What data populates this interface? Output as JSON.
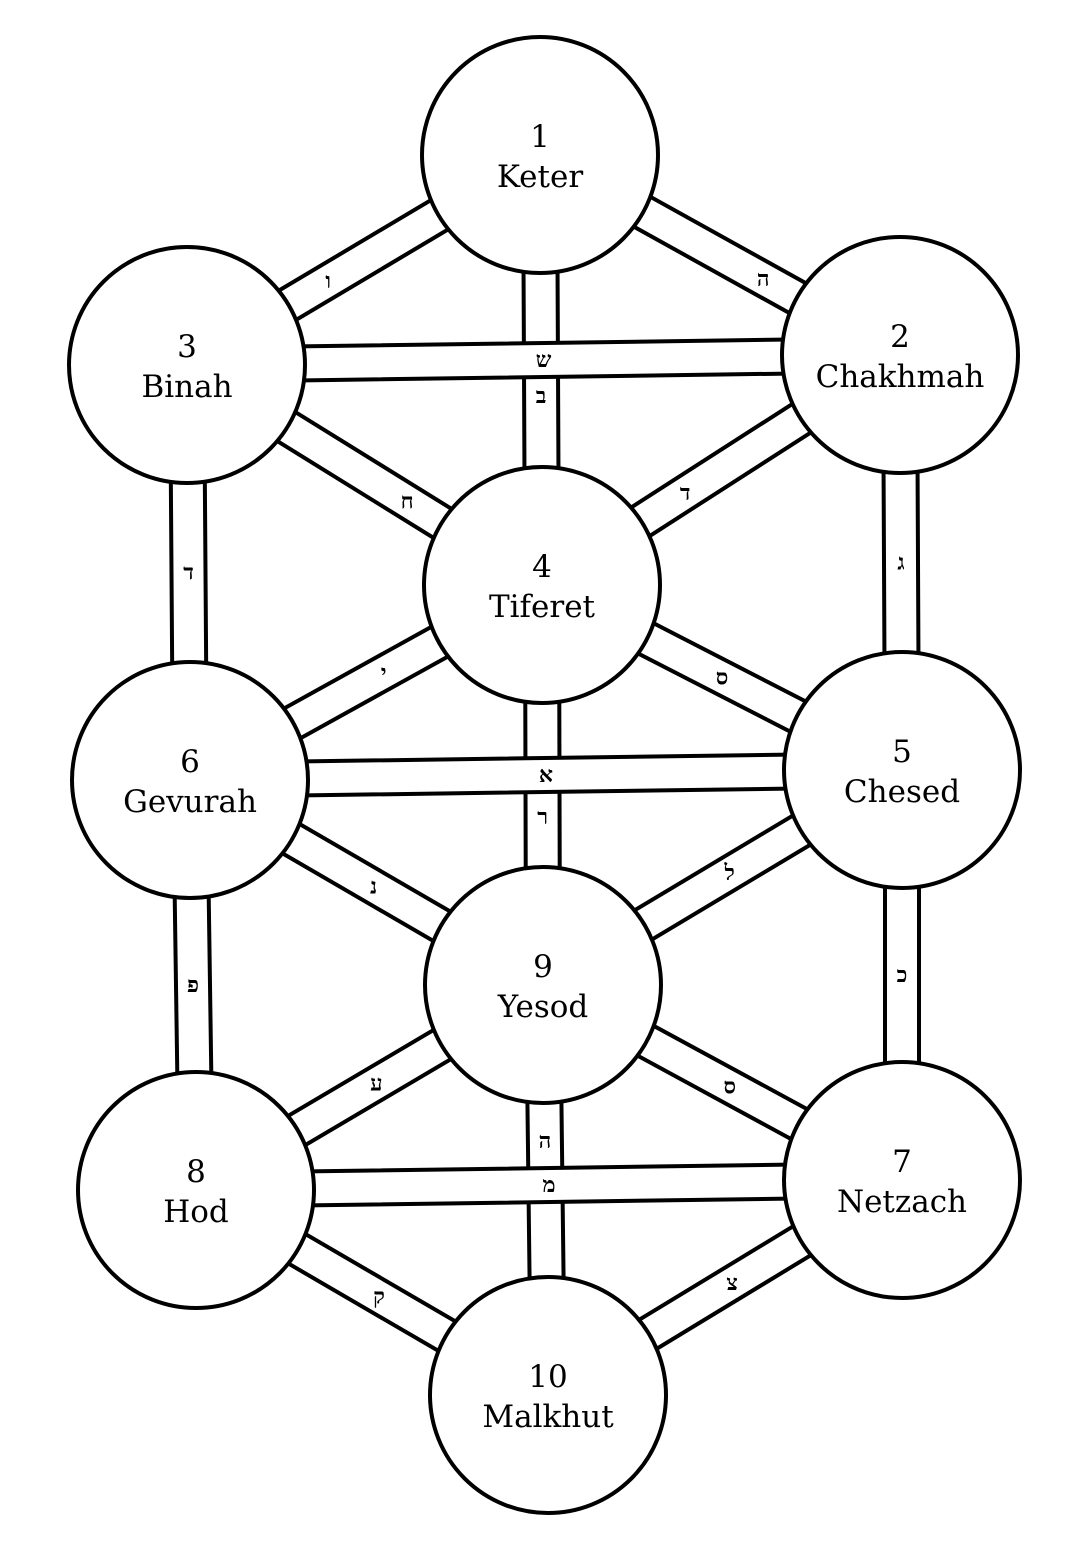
{
  "sefirot": [
    {
      "id": "keter",
      "number": "1",
      "name": "Keter"
    },
    {
      "id": "chakhmah",
      "number": "2",
      "name": "Chakhmah"
    },
    {
      "id": "binah",
      "number": "3",
      "name": "Binah"
    },
    {
      "id": "tiferet",
      "number": "4",
      "name": "Tiferet"
    },
    {
      "id": "chesed",
      "number": "5",
      "name": "Chesed"
    },
    {
      "id": "gevurah",
      "number": "6",
      "name": "Gevurah"
    },
    {
      "id": "netzach",
      "number": "7",
      "name": "Netzach"
    },
    {
      "id": "hod",
      "number": "8",
      "name": "Hod"
    },
    {
      "id": "yesod",
      "number": "9",
      "name": "Yesod"
    },
    {
      "id": "malkhut",
      "number": "10",
      "name": "Malkhut"
    }
  ],
  "paths": [
    {
      "from": "keter",
      "to": "binah",
      "letter": "ו"
    },
    {
      "from": "keter",
      "to": "chakhmah",
      "letter": "ה"
    },
    {
      "from": "keter",
      "to": "tiferet",
      "letter": "ב"
    },
    {
      "from": "binah",
      "to": "chakhmah",
      "letter": "ש"
    },
    {
      "from": "binah",
      "to": "tiferet",
      "letter": "ח"
    },
    {
      "from": "chakhmah",
      "to": "tiferet",
      "letter": "ד"
    },
    {
      "from": "binah",
      "to": "gevurah",
      "letter": "ד"
    },
    {
      "from": "chakhmah",
      "to": "chesed",
      "letter": "ג"
    },
    {
      "from": "tiferet",
      "to": "gevurah",
      "letter": "י"
    },
    {
      "from": "tiferet",
      "to": "chesed",
      "letter": "ס"
    },
    {
      "from": "tiferet",
      "to": "yesod",
      "letter": "ר"
    },
    {
      "from": "gevurah",
      "to": "chesed",
      "letter": "א"
    },
    {
      "from": "gevurah",
      "to": "yesod",
      "letter": "נ"
    },
    {
      "from": "chesed",
      "to": "yesod",
      "letter": "ל"
    },
    {
      "from": "gevurah",
      "to": "hod",
      "letter": "פ"
    },
    {
      "from": "chesed",
      "to": "netzach",
      "letter": "כ"
    },
    {
      "from": "yesod",
      "to": "hod",
      "letter": "ע"
    },
    {
      "from": "yesod",
      "to": "netzach",
      "letter": "ס"
    },
    {
      "from": "yesod",
      "to": "malkhut",
      "letter": "ה"
    },
    {
      "from": "hod",
      "to": "netzach",
      "letter": "מ"
    },
    {
      "from": "hod",
      "to": "malkhut",
      "letter": "ק"
    },
    {
      "from": "netzach",
      "to": "malkhut",
      "letter": "צ"
    }
  ]
}
